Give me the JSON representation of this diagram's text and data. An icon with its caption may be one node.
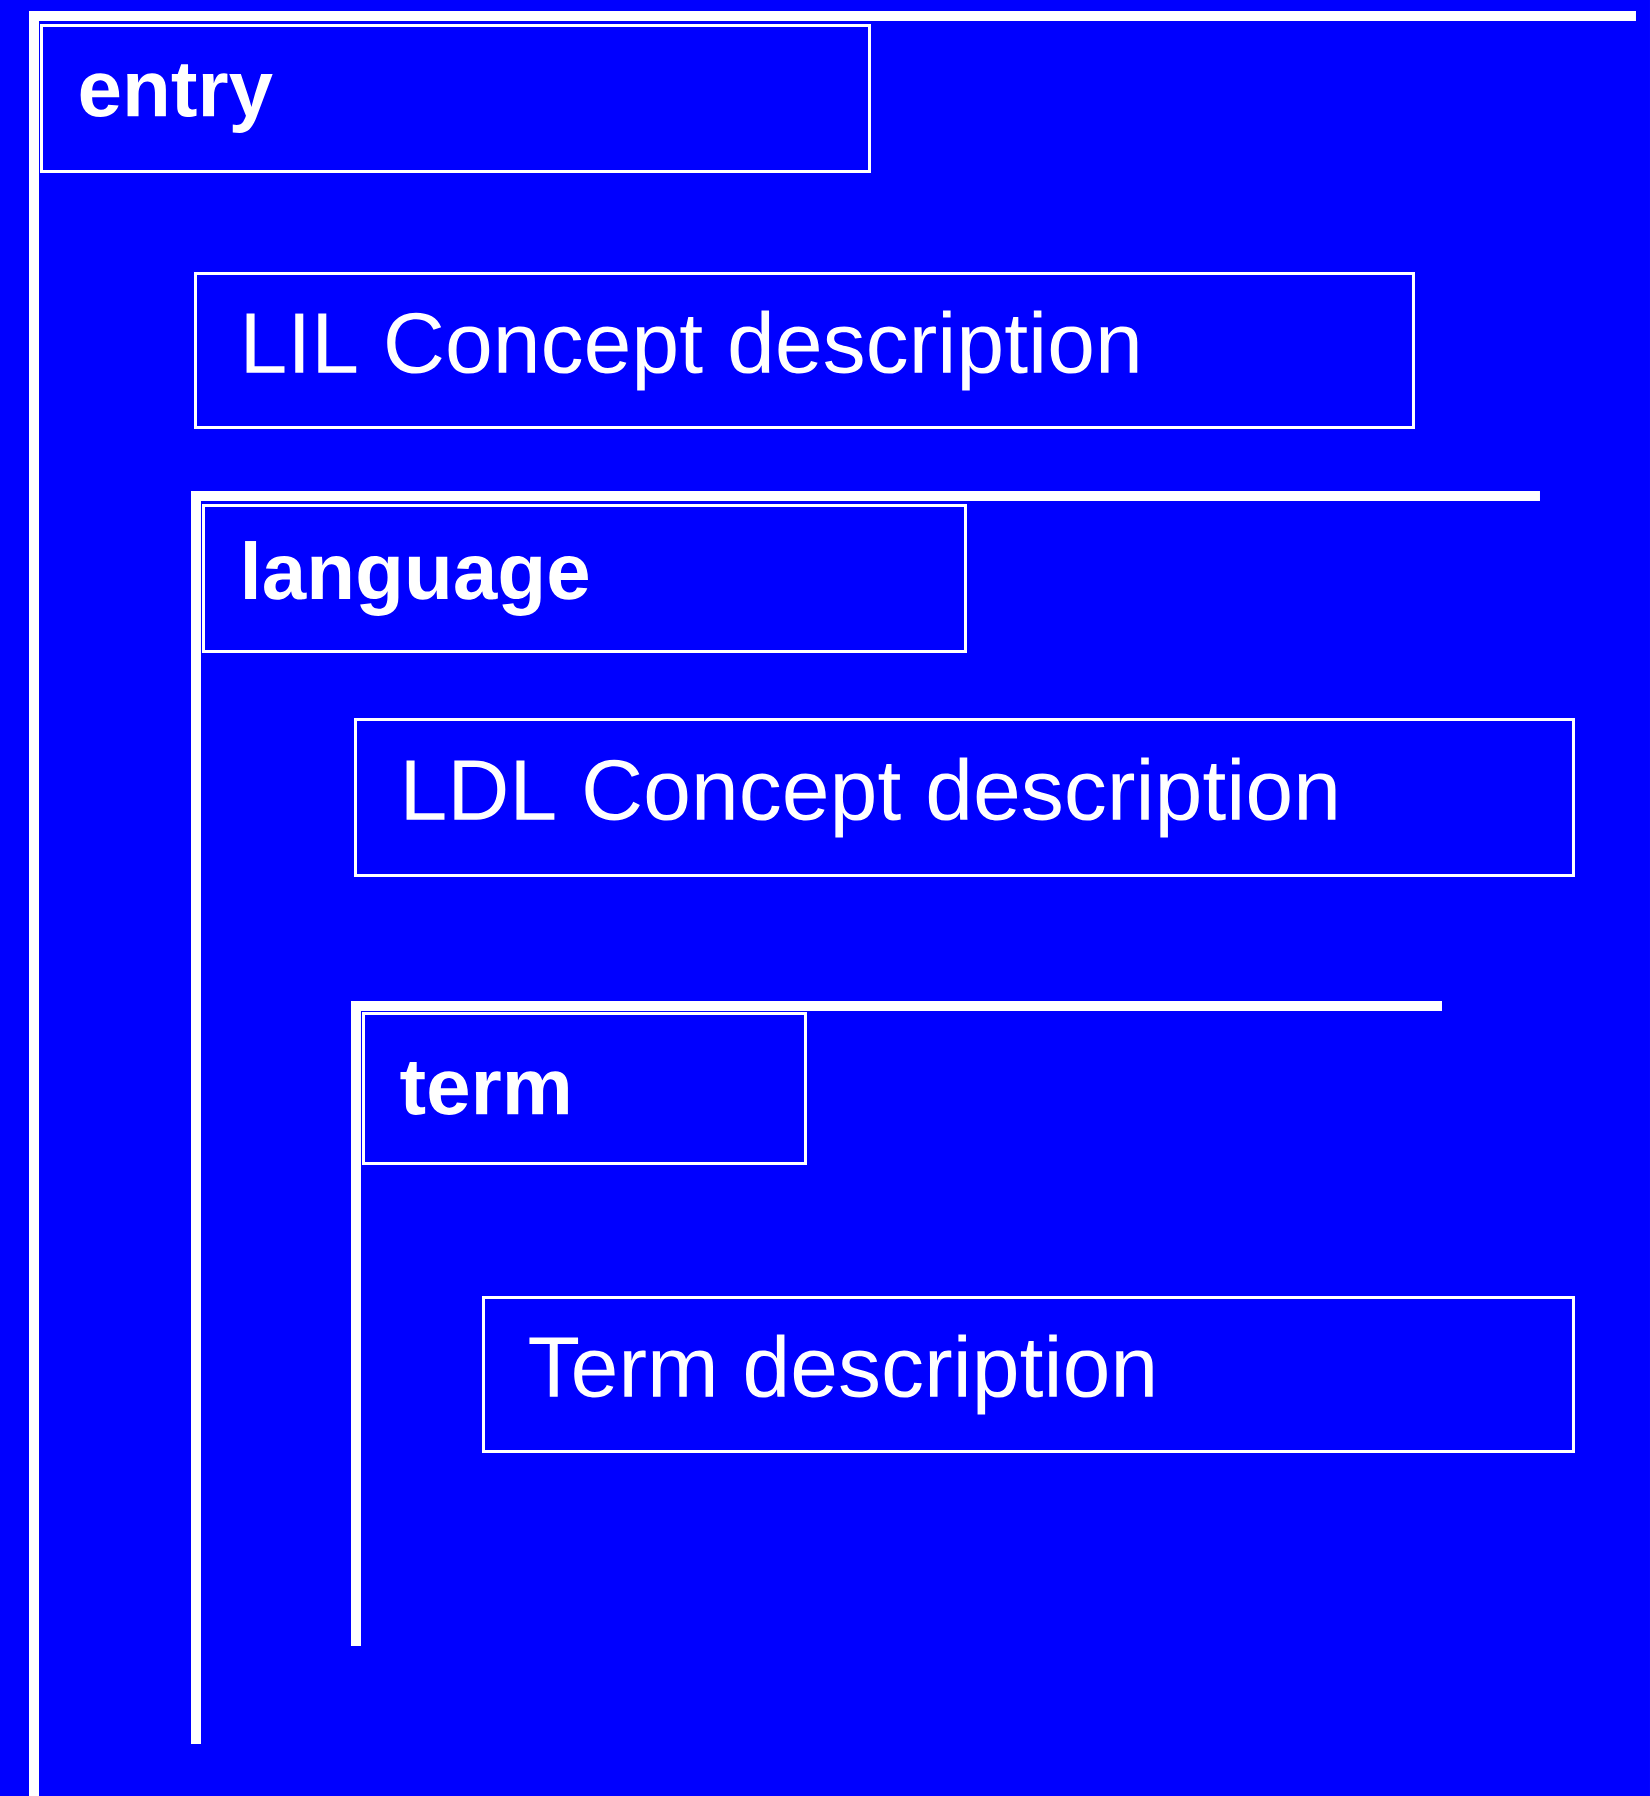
{
  "diagram": {
    "nodes": [
      {
        "text": [
          "entry"
        ]
      },
      {
        "text": [
          "LIL Concept description"
        ],
        "in": 0
      },
      {
        "text": [
          "language"
        ],
        "in": 0
      },
      {
        "text": [
          "LDL Concept description"
        ],
        "in": 2
      },
      {
        "text": [
          "term"
        ],
        "in": 2
      },
      {
        "text": [
          "Term description"
        ],
        "in": 4
      }
    ]
  }
}
